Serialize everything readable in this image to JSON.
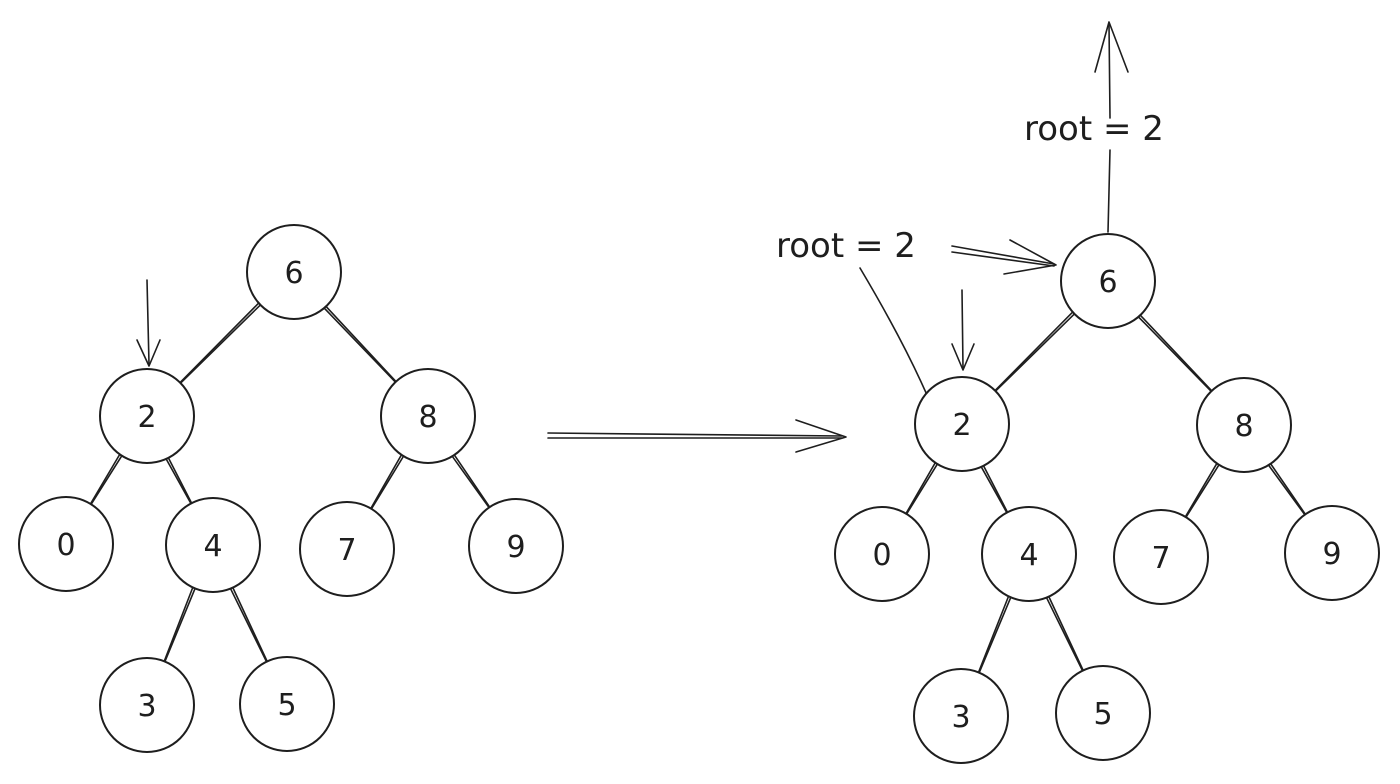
{
  "colors": {
    "stroke": "#1e1e1e",
    "background": "#ffffff"
  },
  "left_tree": {
    "nodes": [
      {
        "id": "6",
        "label": "6"
      },
      {
        "id": "2",
        "label": "2"
      },
      {
        "id": "8",
        "label": "8"
      },
      {
        "id": "0",
        "label": "0"
      },
      {
        "id": "4",
        "label": "4"
      },
      {
        "id": "7",
        "label": "7"
      },
      {
        "id": "9",
        "label": "9"
      },
      {
        "id": "3",
        "label": "3"
      },
      {
        "id": "5",
        "label": "5"
      }
    ],
    "edges": [
      [
        "6",
        "2"
      ],
      [
        "6",
        "8"
      ],
      [
        "2",
        "0"
      ],
      [
        "2",
        "4"
      ],
      [
        "8",
        "7"
      ],
      [
        "8",
        "9"
      ],
      [
        "4",
        "3"
      ],
      [
        "4",
        "5"
      ]
    ],
    "pointer_target": "2"
  },
  "right_tree": {
    "nodes": [
      {
        "id": "6",
        "label": "6"
      },
      {
        "id": "2",
        "label": "2"
      },
      {
        "id": "8",
        "label": "8"
      },
      {
        "id": "0",
        "label": "0"
      },
      {
        "id": "4",
        "label": "4"
      },
      {
        "id": "7",
        "label": "7"
      },
      {
        "id": "9",
        "label": "9"
      },
      {
        "id": "3",
        "label": "3"
      },
      {
        "id": "5",
        "label": "5"
      }
    ],
    "edges": [
      [
        "6",
        "2"
      ],
      [
        "6",
        "8"
      ],
      [
        "2",
        "0"
      ],
      [
        "2",
        "4"
      ],
      [
        "8",
        "7"
      ],
      [
        "8",
        "9"
      ],
      [
        "4",
        "3"
      ],
      [
        "4",
        "5"
      ]
    ],
    "pointer_target": "2",
    "annotations": {
      "return_label": "root = 2",
      "assign_label": "root = 2"
    }
  }
}
